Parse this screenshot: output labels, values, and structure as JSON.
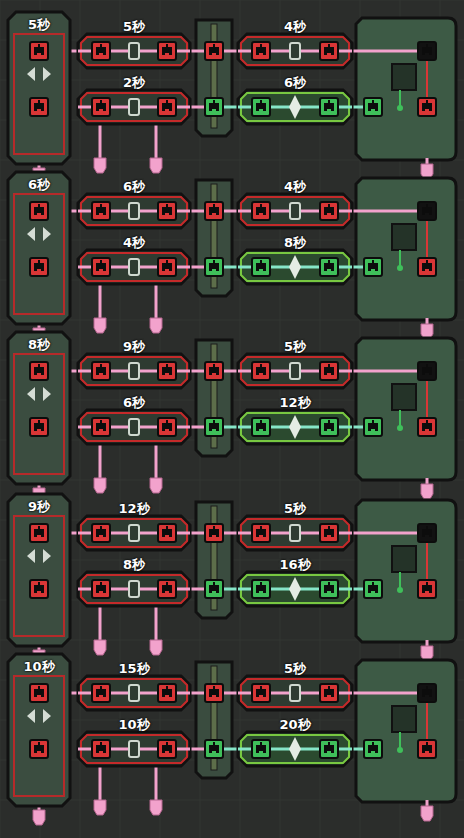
{
  "diagram": {
    "nodes": [
      {
        "text": [
          "5秒"
        ]
      },
      {
        "text": [
          "5秒"
        ]
      },
      {
        "text": [
          "2秒"
        ]
      },
      {
        "text": [
          "4秒"
        ]
      },
      {
        "text": [
          "6秒"
        ]
      },
      {
        "text": [
          "6秒"
        ]
      },
      {
        "text": [
          "6秒"
        ]
      },
      {
        "text": [
          "4秒"
        ]
      },
      {
        "text": [
          "4秒"
        ]
      },
      {
        "text": [
          "8秒"
        ]
      },
      {
        "text": [
          "8秒"
        ]
      },
      {
        "text": [
          "9秒"
        ]
      },
      {
        "text": [
          "6秒"
        ]
      },
      {
        "text": [
          "5秒"
        ]
      },
      {
        "text": [
          "12秒"
        ]
      },
      {
        "text": [
          "9秒"
        ]
      },
      {
        "text": [
          "12秒"
        ]
      },
      {
        "text": [
          "8秒"
        ]
      },
      {
        "text": [
          "5秒"
        ]
      },
      {
        "text": [
          "16秒"
        ]
      },
      {
        "text": [
          "10秒"
        ]
      },
      {
        "text": [
          "15秒"
        ]
      },
      {
        "text": [
          "10秒"
        ]
      },
      {
        "text": [
          "5秒"
        ]
      },
      {
        "text": [
          "20秒"
        ]
      }
    ],
    "edges": [
      {
        "from": 0,
        "to": 1,
        "arrow": "none"
      },
      {
        "from": 1,
        "to": 3,
        "arrow": "none"
      },
      {
        "from": 2,
        "to": 4,
        "arrow": "none"
      },
      {
        "from": 5,
        "to": 6,
        "arrow": "none"
      },
      {
        "from": 6,
        "to": 8,
        "arrow": "none"
      },
      {
        "from": 7,
        "to": 9,
        "arrow": "none"
      },
      {
        "from": 10,
        "to": 11,
        "arrow": "none"
      },
      {
        "from": 11,
        "to": 13,
        "arrow": "none"
      },
      {
        "from": 12,
        "to": 14,
        "arrow": "none"
      },
      {
        "from": 15,
        "to": 16,
        "arrow": "none"
      },
      {
        "from": 16,
        "to": 18,
        "arrow": "none"
      },
      {
        "from": 17,
        "to": 19,
        "arrow": "none"
      },
      {
        "from": 20,
        "to": 21,
        "arrow": "none"
      },
      {
        "from": 21,
        "to": 23,
        "arrow": "none"
      },
      {
        "from": 22,
        "to": 24,
        "arrow": "none"
      }
    ]
  }
}
